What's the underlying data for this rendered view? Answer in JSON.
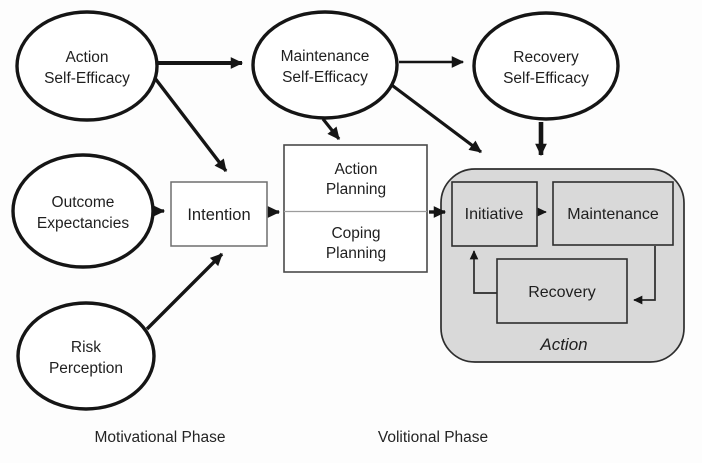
{
  "diagram": {
    "nodes": {
      "action_self_efficacy": {
        "lines": [
          "Action",
          "Self-Efficacy"
        ]
      },
      "outcome_expectancies": {
        "lines": [
          "Outcome",
          "Expectancies"
        ]
      },
      "risk_perception": {
        "lines": [
          "Risk",
          "Perception"
        ]
      },
      "maintenance_self_efficacy": {
        "lines": [
          "Maintenance",
          "Self-Efficacy"
        ]
      },
      "recovery_self_efficacy": {
        "lines": [
          "Recovery",
          "Self-Efficacy"
        ]
      },
      "intention": {
        "label": "Intention"
      },
      "action_planning": {
        "lines": [
          "Action",
          "Planning"
        ]
      },
      "coping_planning": {
        "lines": [
          "Coping",
          "Planning"
        ]
      },
      "initiative": {
        "label": "Initiative"
      },
      "maintenance": {
        "label": "Maintenance"
      },
      "recovery": {
        "label": "Recovery"
      },
      "action_stage": {
        "label": "Action"
      }
    },
    "phase_labels": {
      "motivational": "Motivational Phase",
      "volitional": "Volitional Phase"
    },
    "colors": {
      "container_fill": "#d9d9d9",
      "inner_box_fill": "#d9d9d9",
      "node_fill": "#ffffff",
      "line": "#151515",
      "text": "#1f1f1f"
    }
  }
}
